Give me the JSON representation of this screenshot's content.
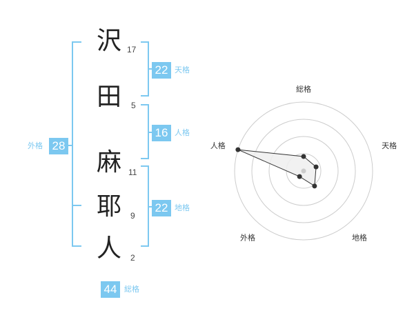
{
  "name": {
    "chars": [
      {
        "char": "沢",
        "strokes": "17"
      },
      {
        "char": "田",
        "strokes": "5"
      },
      {
        "char": "麻",
        "strokes": "11"
      },
      {
        "char": "耶",
        "strokes": "9"
      },
      {
        "char": "人",
        "strokes": "2"
      }
    ]
  },
  "kaku": {
    "tenkaku": {
      "value": "22",
      "label": "天格"
    },
    "jinkaku": {
      "value": "16",
      "label": "人格"
    },
    "chikaku": {
      "value": "22",
      "label": "地格"
    },
    "gaikaku": {
      "value": "28",
      "label": "外格"
    },
    "soukaku": {
      "value": "44",
      "label": "総格"
    }
  },
  "colors": {
    "accent": "#7cc8f0",
    "radar_fill": "#eeeeee",
    "radar_line": "#333333"
  },
  "chart_data": {
    "type": "radar",
    "axes": [
      "総格",
      "天格",
      "地格",
      "外格",
      "人格"
    ],
    "values": [
      0.21,
      0.19,
      0.27,
      0.1,
      1.0
    ],
    "range": [
      0,
      1
    ],
    "rings": 4
  }
}
